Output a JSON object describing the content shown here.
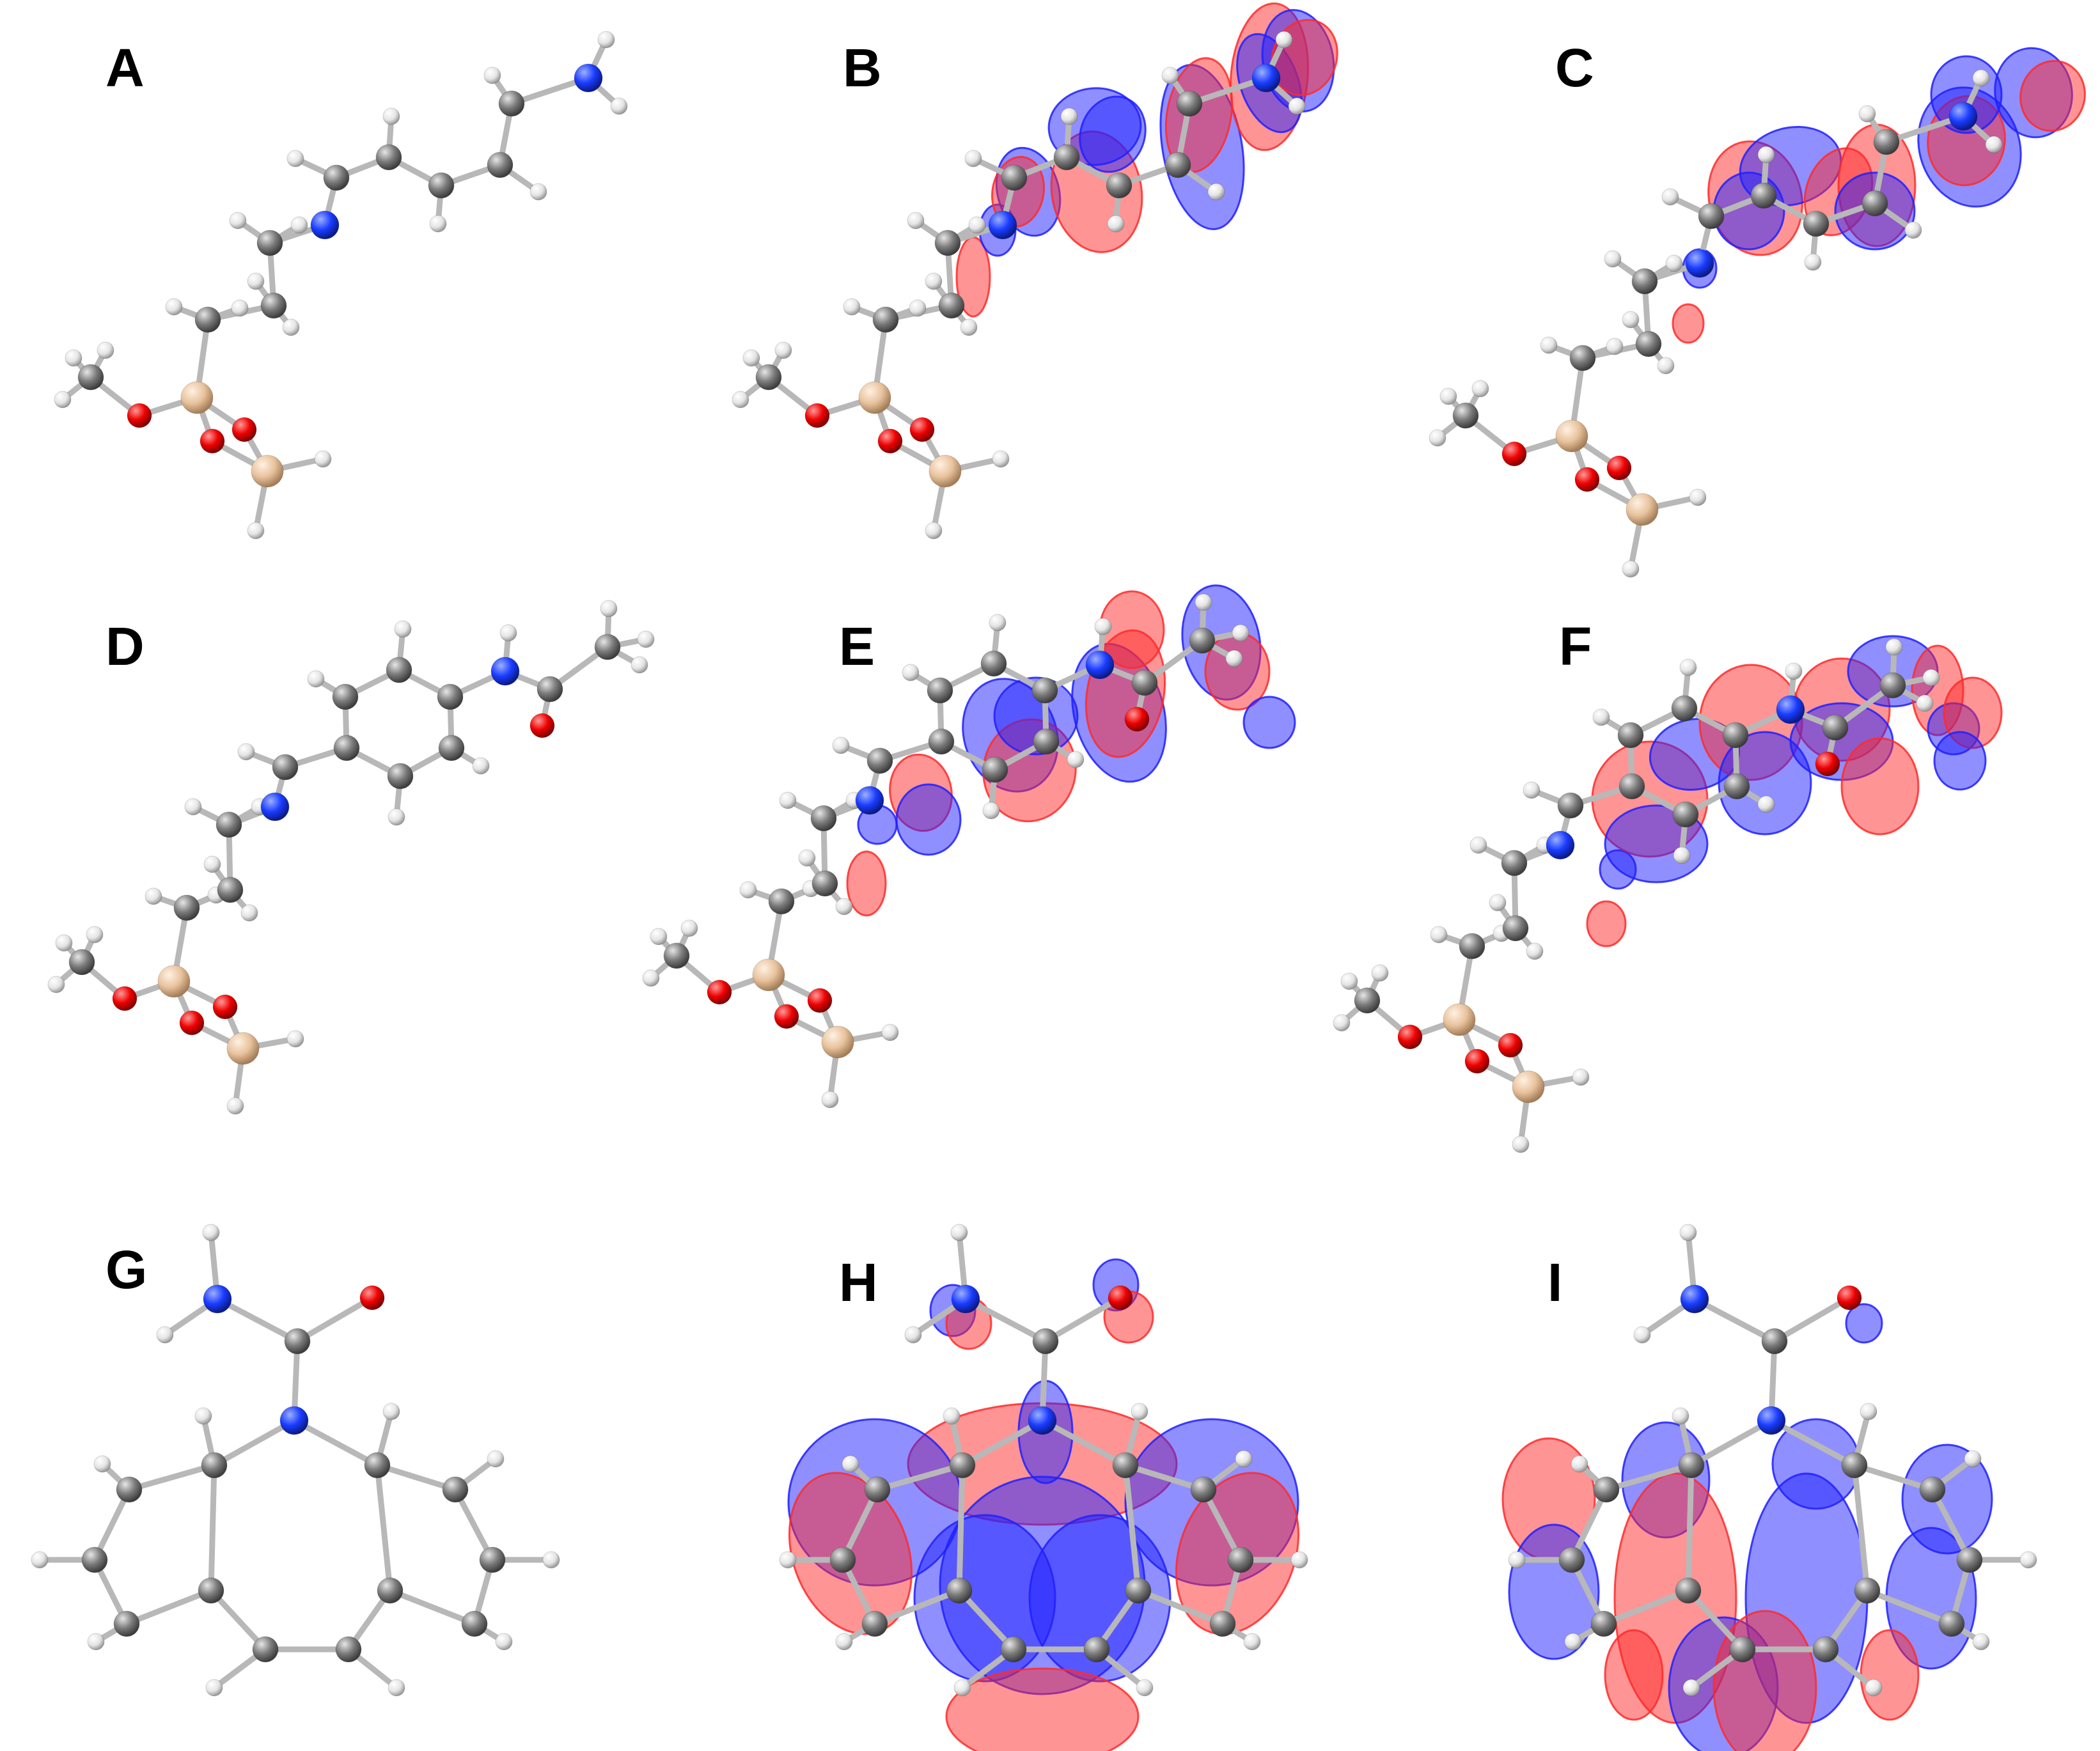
{
  "figure": {
    "panels": [
      {
        "id": "A",
        "label": "A",
        "view": "structure"
      },
      {
        "id": "B",
        "label": "B",
        "view": "orbital"
      },
      {
        "id": "C",
        "label": "C",
        "view": "orbital"
      },
      {
        "id": "D",
        "label": "D",
        "view": "structure"
      },
      {
        "id": "E",
        "label": "E",
        "view": "orbital"
      },
      {
        "id": "F",
        "label": "F",
        "view": "orbital"
      },
      {
        "id": "G",
        "label": "G",
        "view": "structure"
      },
      {
        "id": "H",
        "label": "H",
        "view": "orbital"
      },
      {
        "id": "I",
        "label": "I",
        "view": "orbital"
      }
    ]
  },
  "colors": {
    "background": "#ffffff",
    "carbon": "#808080",
    "hydrogen": "#ffffff",
    "nitrogen": "#1a3cff",
    "oxygen": "#ee0000",
    "silicon": "#e8c39e",
    "bond": "#b8b8b8",
    "lobe_positive": "#2020ff",
    "lobe_negative": "#ff2a2a"
  }
}
